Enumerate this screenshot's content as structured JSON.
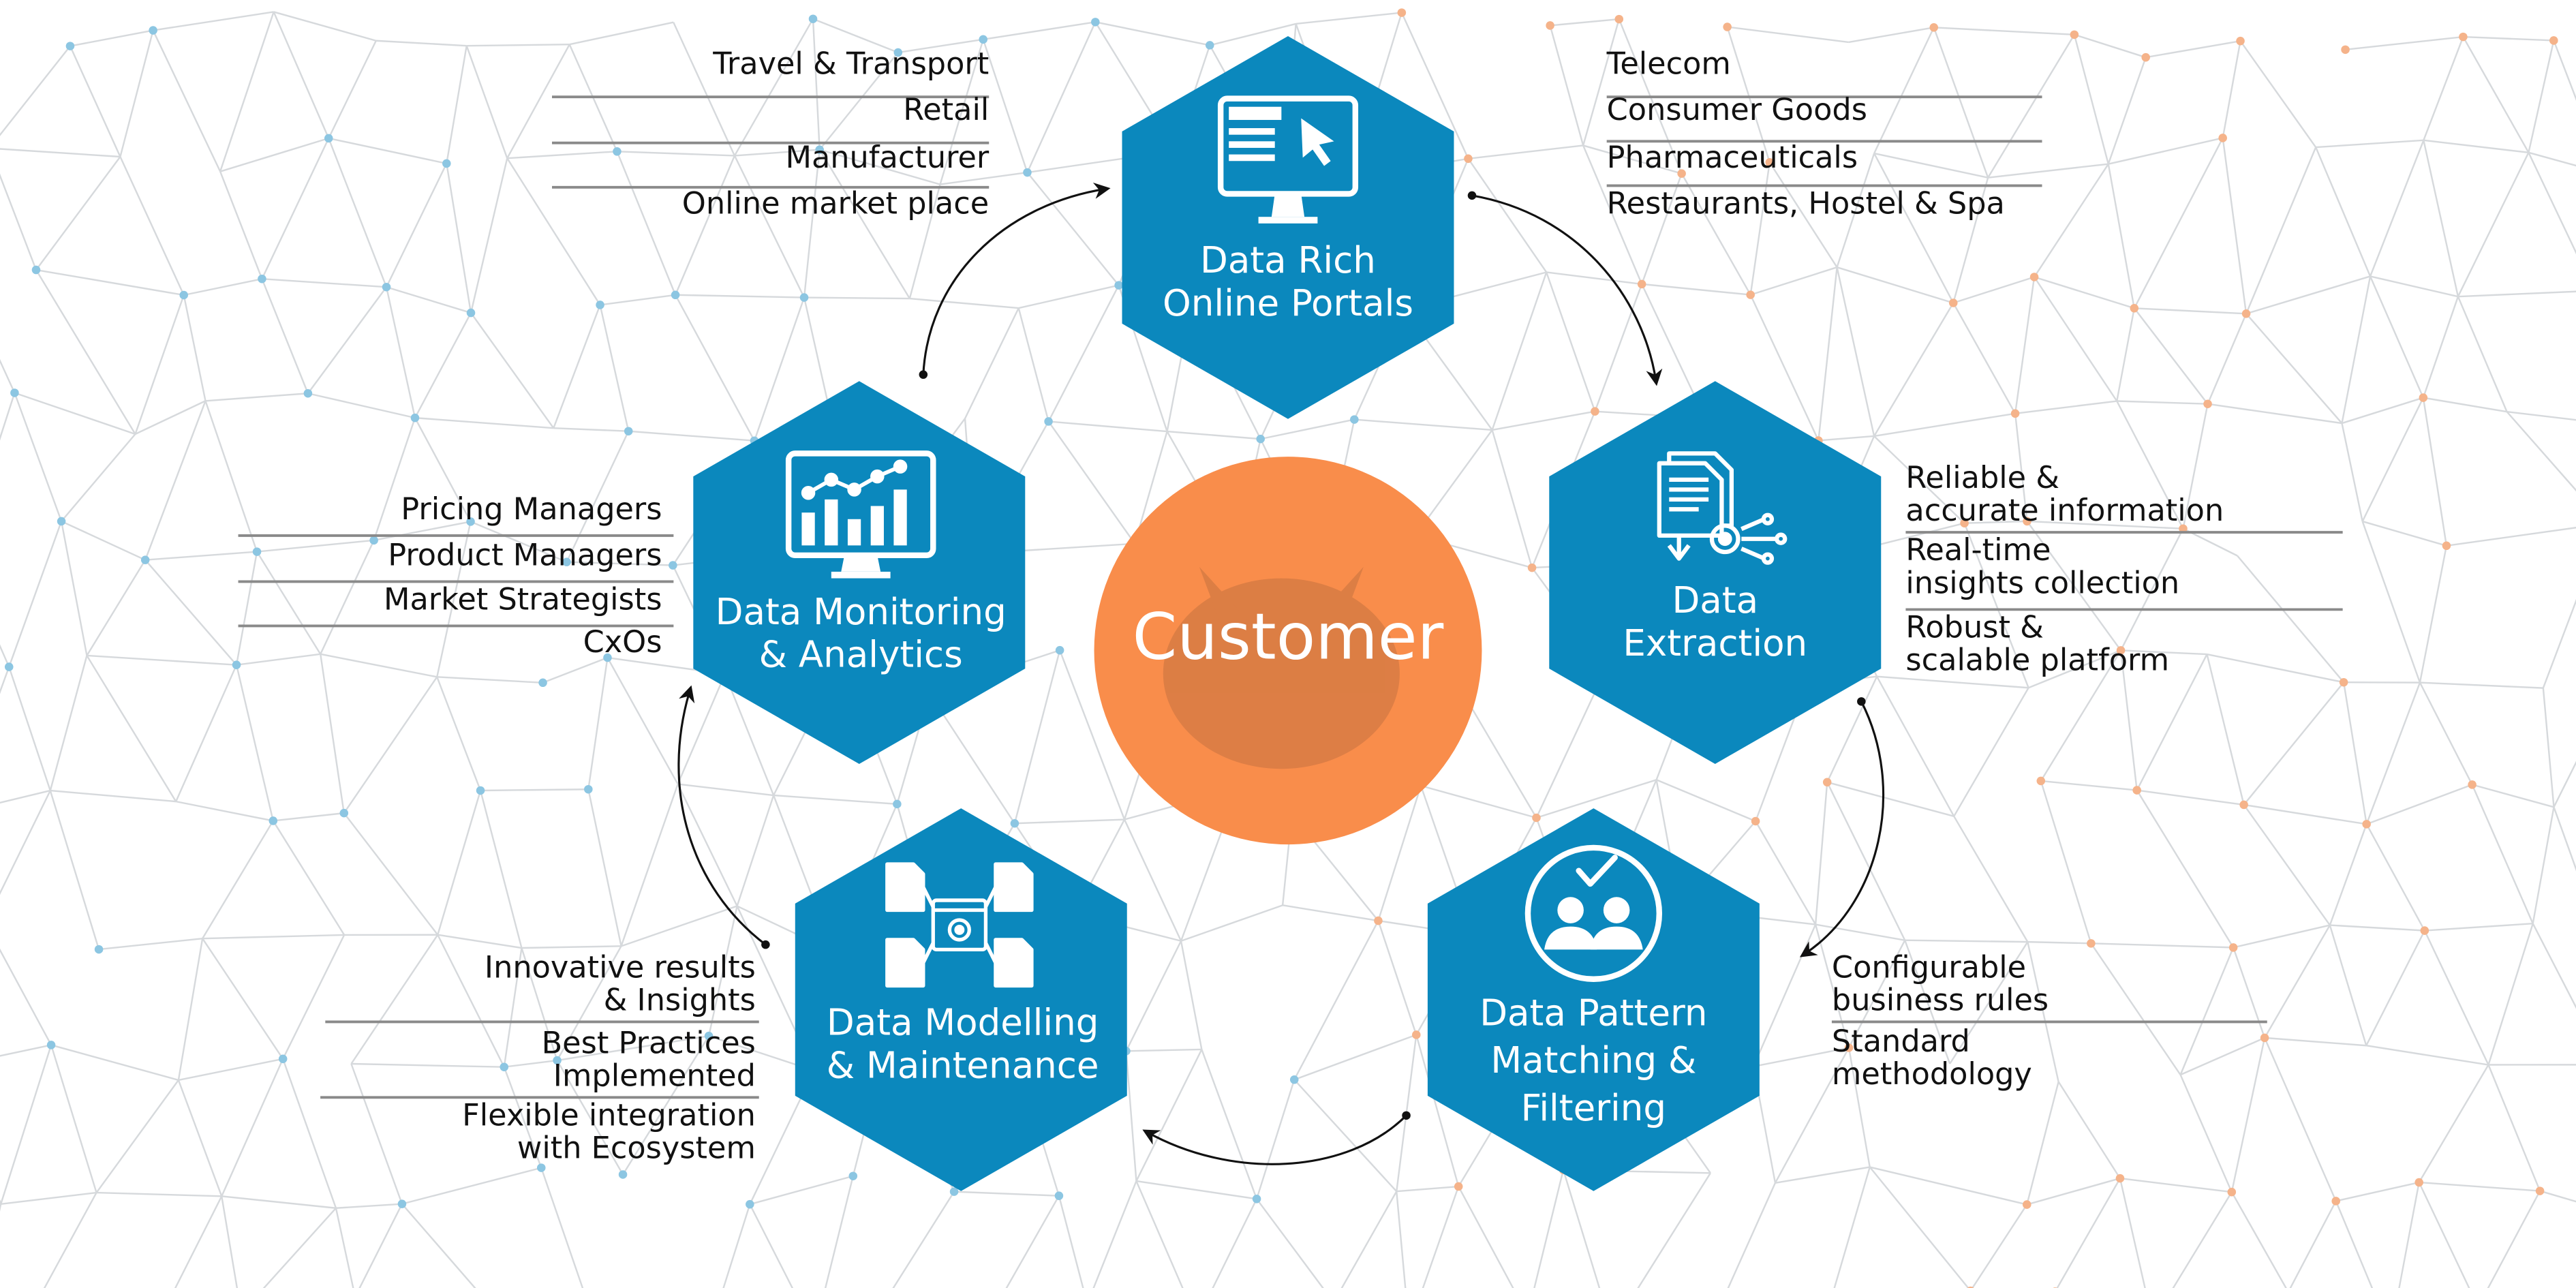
{
  "colors": {
    "hex": "#0b88bd",
    "customer": "#f98d4b",
    "line": "#8a8a8a"
  },
  "center": {
    "label": "Customer"
  },
  "stages": [
    {
      "id": "portals",
      "icon": "monitor-cursor-icon",
      "title": [
        "Data Rich",
        "Online Portals"
      ]
    },
    {
      "id": "extraction",
      "icon": "document-gear-icon",
      "title": [
        "Data",
        "Extraction"
      ]
    },
    {
      "id": "matching",
      "icon": "people-check-icon",
      "title": [
        "Data Pattern",
        "Matching &",
        "Filtering"
      ]
    },
    {
      "id": "modelling",
      "icon": "data-flow-icon",
      "title": [
        "Data Modelling",
        "& Maintenance"
      ]
    },
    {
      "id": "monitoring",
      "icon": "analytics-dashboard-icon",
      "title": [
        "Data Monitoring",
        "& Analytics"
      ]
    }
  ],
  "lists": {
    "industries_left": [
      "Travel & Transport",
      "Retail",
      "Manufacturer",
      "Online market place"
    ],
    "industries_right": [
      "Telecom",
      "Consumer Goods",
      "Pharmaceuticals",
      "Restaurants, Hostel & Spa"
    ],
    "roles": [
      "Pricing Managers",
      "Product Managers",
      "Market Strategists",
      "CxOs"
    ],
    "extraction_benefits": [
      [
        "Reliable &",
        "accurate information"
      ],
      [
        "Real-time",
        "insights collection"
      ],
      [
        "Robust &",
        "scalable platform"
      ]
    ],
    "matching_benefits": [
      [
        "Configurable",
        "business rules"
      ],
      [
        "Standard",
        "methodology"
      ]
    ],
    "modelling_benefits": [
      [
        "Innovative results",
        "& Insights"
      ],
      [
        "Best Practices",
        "Implemented"
      ],
      [
        "Flexible integration",
        "with Ecosystem"
      ]
    ]
  }
}
